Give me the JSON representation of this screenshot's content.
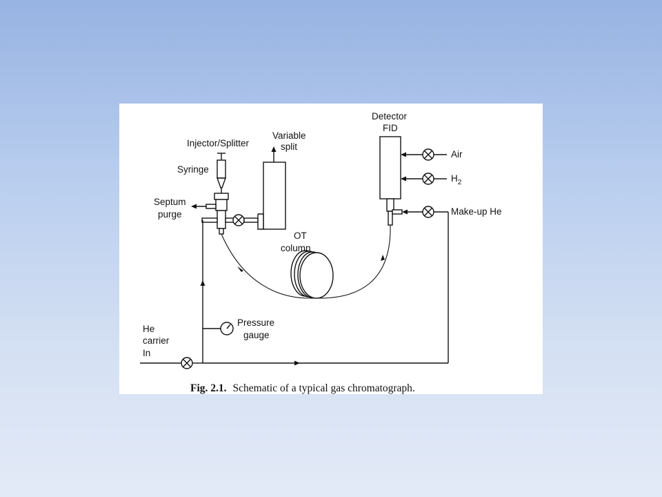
{
  "figure": {
    "labels": {
      "injector": "Injector/Splitter",
      "variable_split_1": "Variable",
      "variable_split_2": "split",
      "syringe": "Syringe",
      "septum_1": "Septum",
      "septum_2": "purge",
      "detector_1": "Detector",
      "detector_2": "FID",
      "air": "Air",
      "h2_base": "H",
      "h2_sub": "2",
      "makeup": "Make-up He",
      "ot_1": "OT",
      "ot_2": "column",
      "pressure_1": "Pressure",
      "pressure_2": "gauge",
      "he_1": "He",
      "he_2": "carrier",
      "he_3": "In"
    },
    "caption": {
      "number": "Fig. 2.1.",
      "text": "Schematic of a typical gas chromatograph."
    }
  }
}
